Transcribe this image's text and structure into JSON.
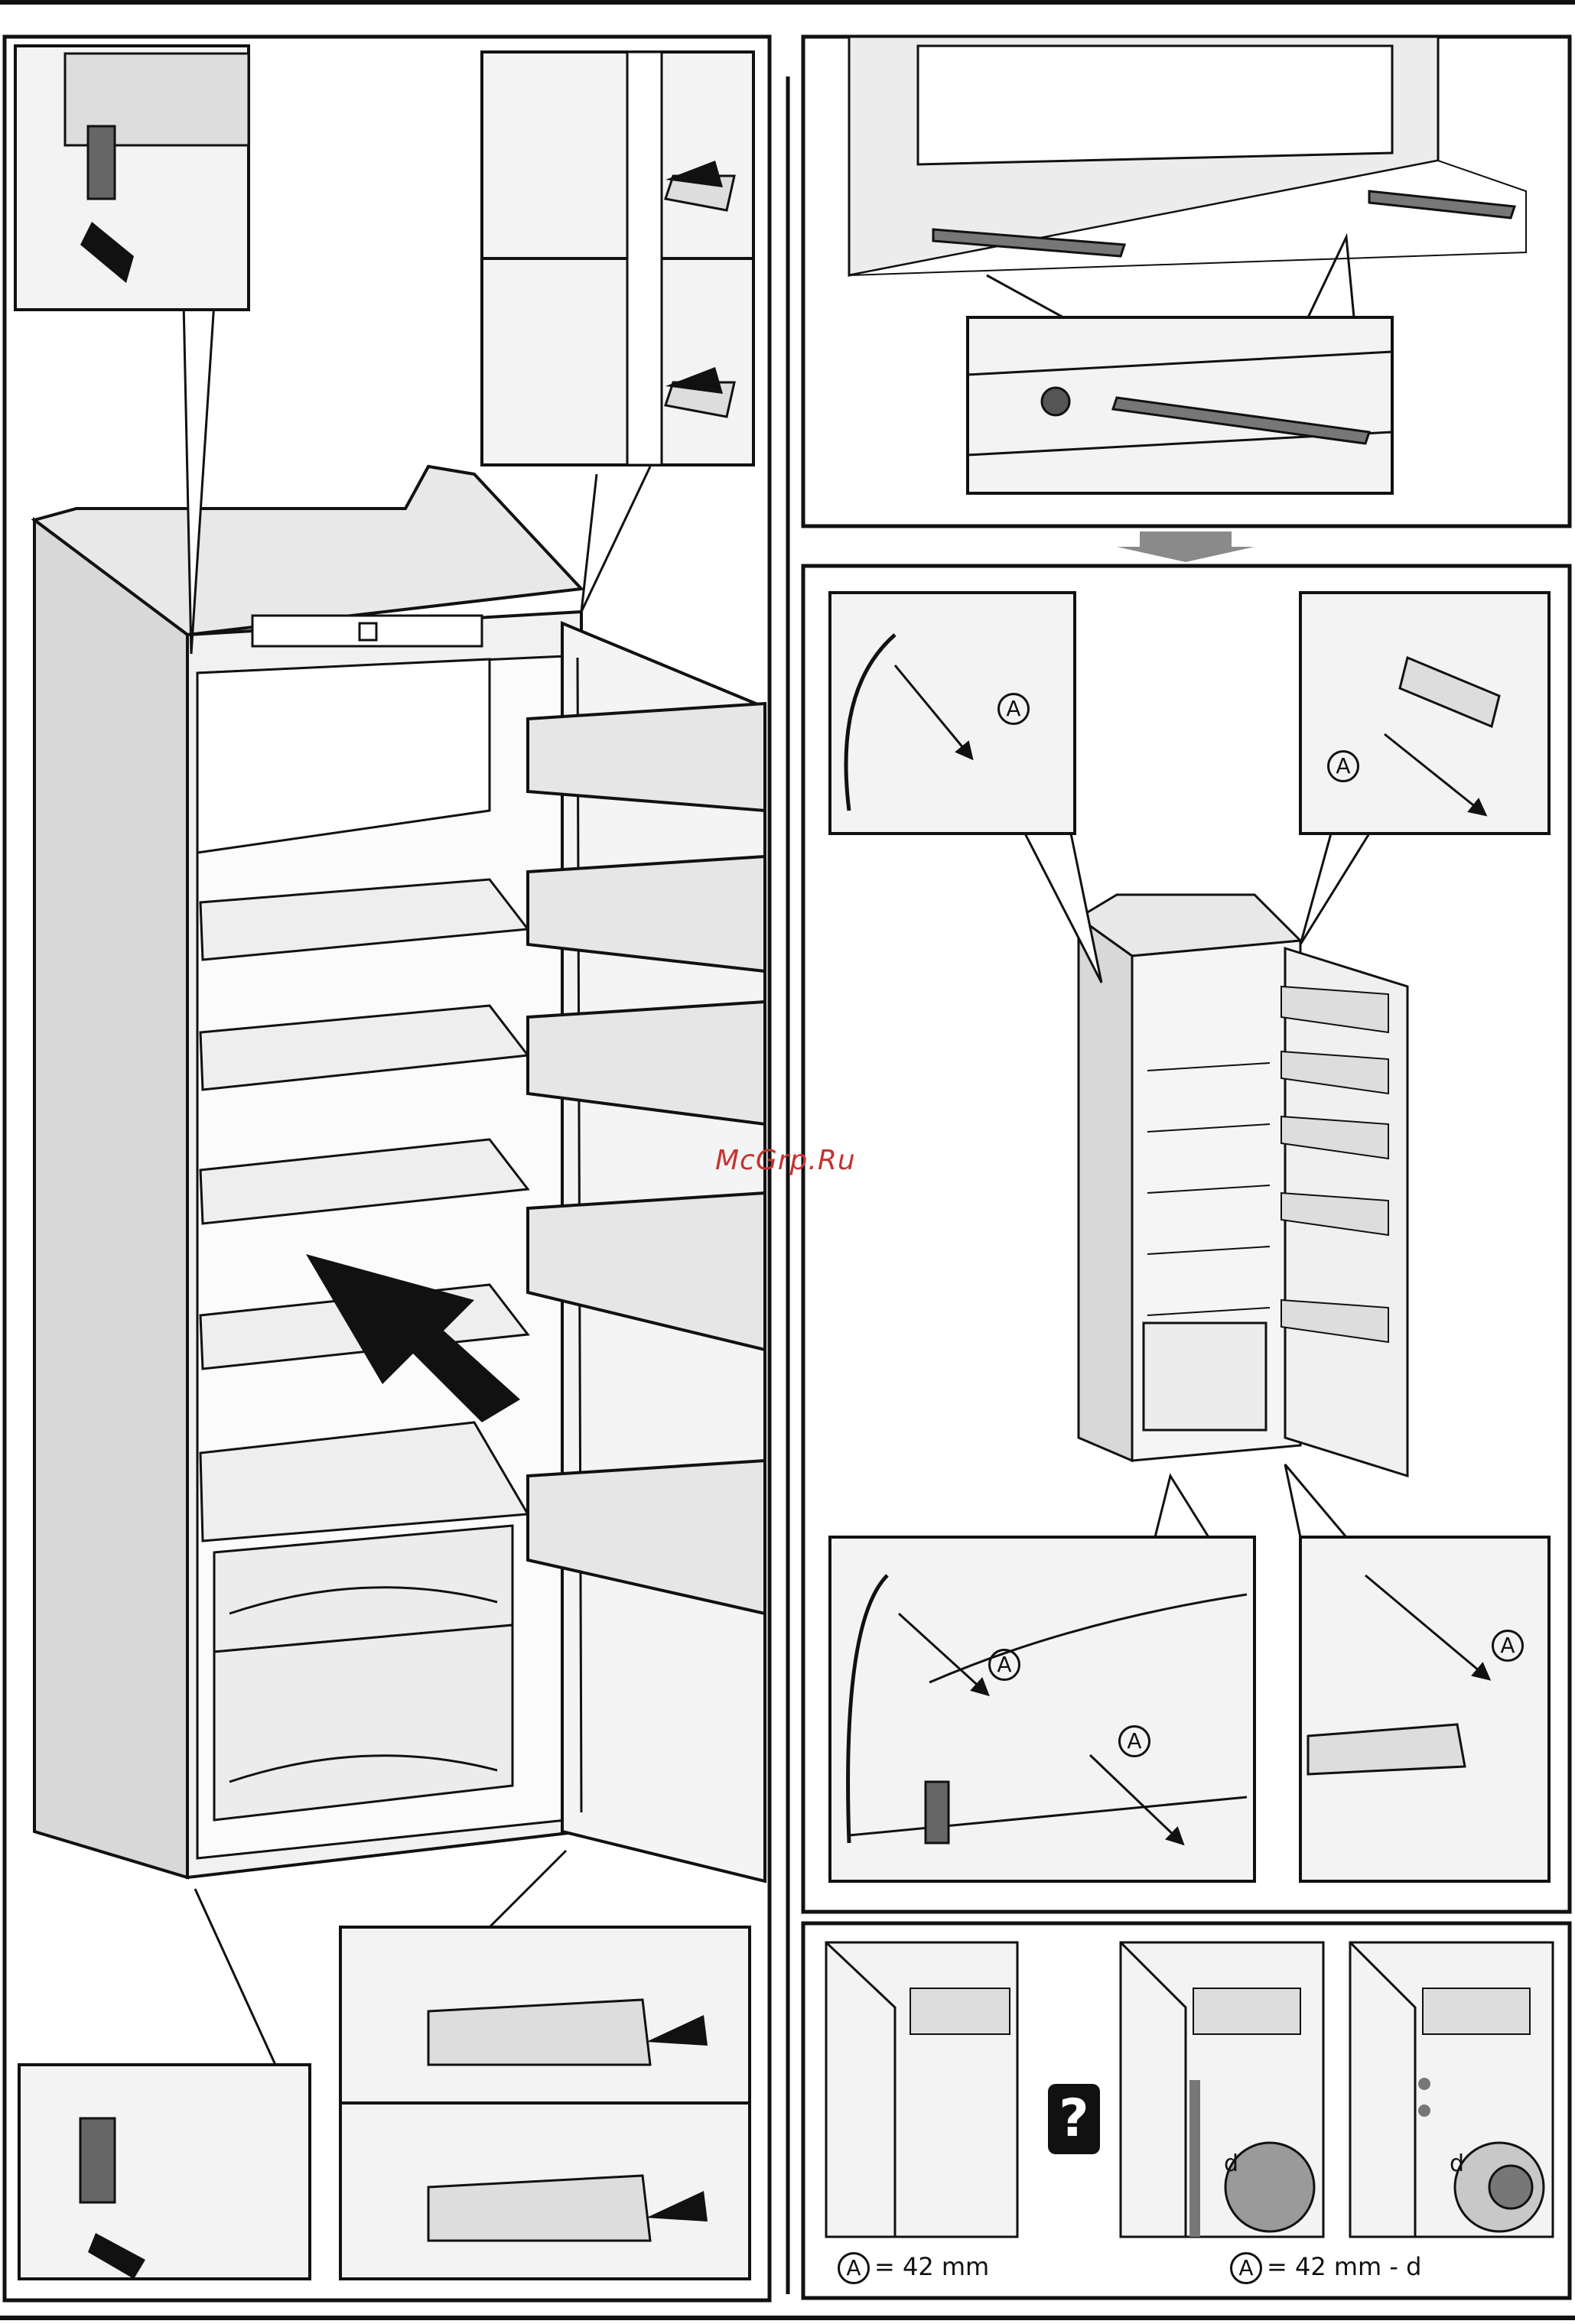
{
  "watermark": "McGrp.Ru",
  "marker_letter": "A",
  "dimension_letter": "d",
  "question_mark": "?",
  "formulas": {
    "a_standard": "= 42 mm",
    "a_reduced": "= 42 mm - d"
  },
  "colors": {
    "frame": "#111111",
    "panel_fill": "#e3e3e3",
    "panel_dark": "#9a9a9a",
    "arrow_gray": "#8a8a8a",
    "watermark": "#c6322f"
  },
  "icons": [
    "push-arrow-icon",
    "down-arrow-icon",
    "spanner-icon",
    "hinge-icon",
    "measure-arrow-icon",
    "question-icon"
  ]
}
